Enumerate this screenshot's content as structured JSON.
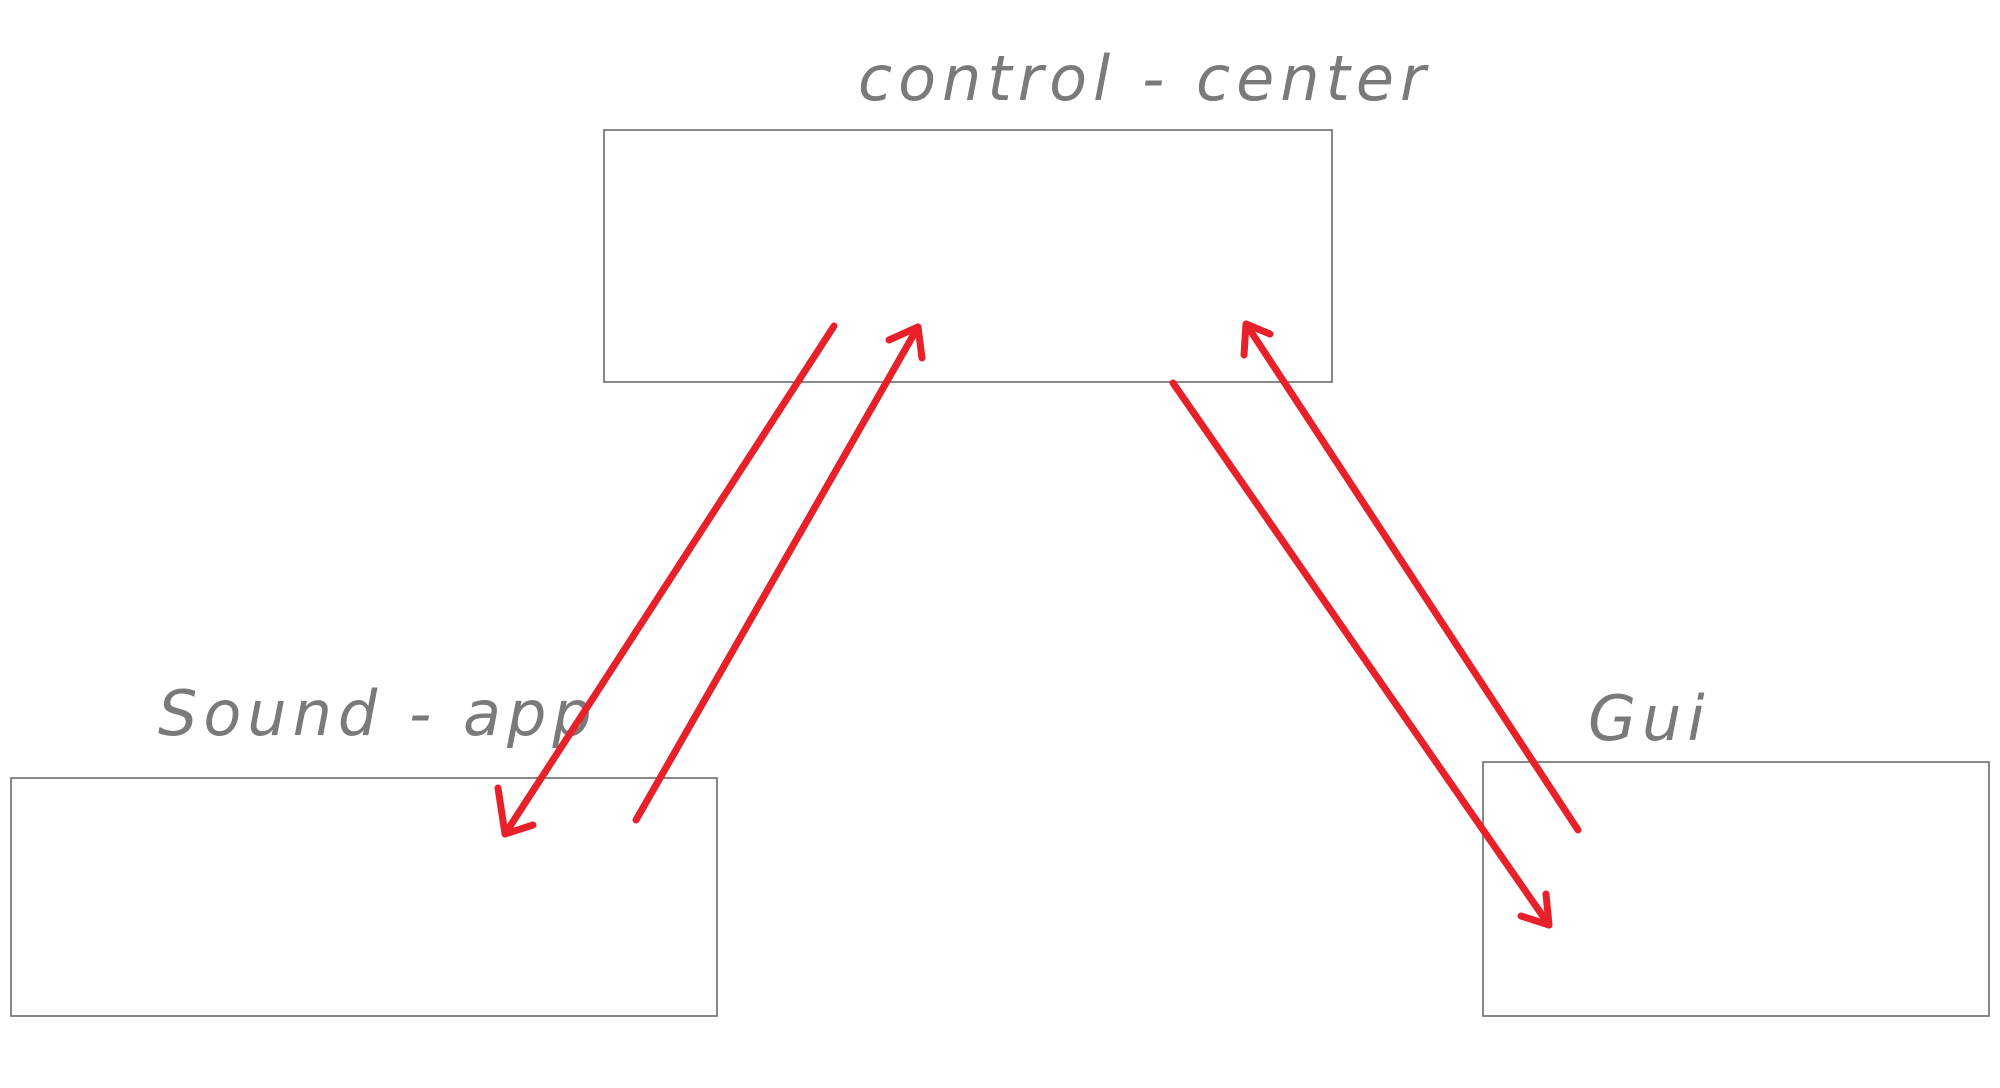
{
  "diagram": {
    "nodes": [
      {
        "id": "control-center",
        "label": "control - center"
      },
      {
        "id": "sound-app",
        "label": "Sound - app"
      },
      {
        "id": "gui",
        "label": "Gui"
      }
    ],
    "edges": [
      {
        "from": "control-center",
        "to": "sound-app"
      },
      {
        "from": "sound-app",
        "to": "control-center"
      },
      {
        "from": "control-center",
        "to": "gui"
      },
      {
        "from": "gui",
        "to": "control-center"
      }
    ],
    "colors": {
      "box_stroke": "#6a6a6a",
      "label_color": "#7a7a7a",
      "arrow_color": "#e8202a",
      "background": "#ffffff"
    }
  }
}
